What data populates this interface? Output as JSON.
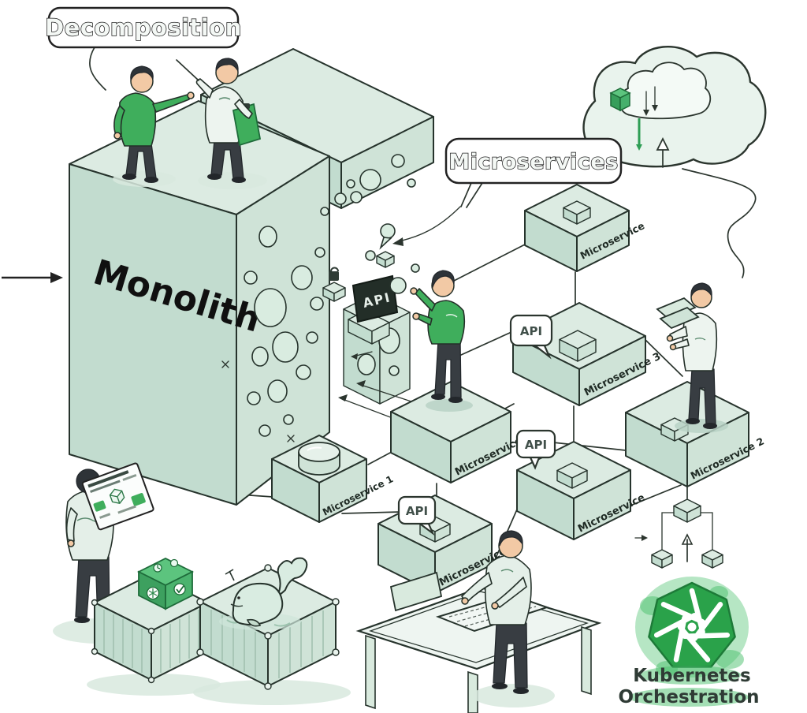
{
  "labels": {
    "decomposition": "Decomposition",
    "microservices": "Microservices",
    "monolith": "Monolith"
  },
  "boxes": [
    {
      "id": "top-right",
      "label": "Microservice"
    },
    {
      "id": "three",
      "label": "Microservice 3"
    },
    {
      "id": "center-two",
      "label": "Microservice 2"
    },
    {
      "id": "one",
      "label": "Microservice 1"
    },
    {
      "id": "bottom-center",
      "label": "Microservice"
    },
    {
      "id": "right-middle",
      "label": "Microservice"
    },
    {
      "id": "far-right-two",
      "label": "Microservice 2"
    }
  ],
  "api_badges": [
    {
      "id": "screen",
      "label": "API"
    },
    {
      "id": "bubble-1",
      "label": "API"
    },
    {
      "id": "bubble-2",
      "label": "API"
    },
    {
      "id": "bubble-3",
      "label": "API"
    }
  ],
  "kubernetes": {
    "line1": "Kubernetes",
    "line2": "Orchestration"
  },
  "colors": {
    "outline": "#26332c",
    "mint_top": "#dcebe2",
    "mint_left": "#c2dccf",
    "mint_right": "#cfe3d7",
    "mint_light": "#e9f3ed",
    "accent_green": "#3fae5c",
    "kubernetes_green": "#2aa24a",
    "glow_green": "#49c06b",
    "skin": "#f2c9a5",
    "pants": "#383d42",
    "background": "#ffffff"
  }
}
